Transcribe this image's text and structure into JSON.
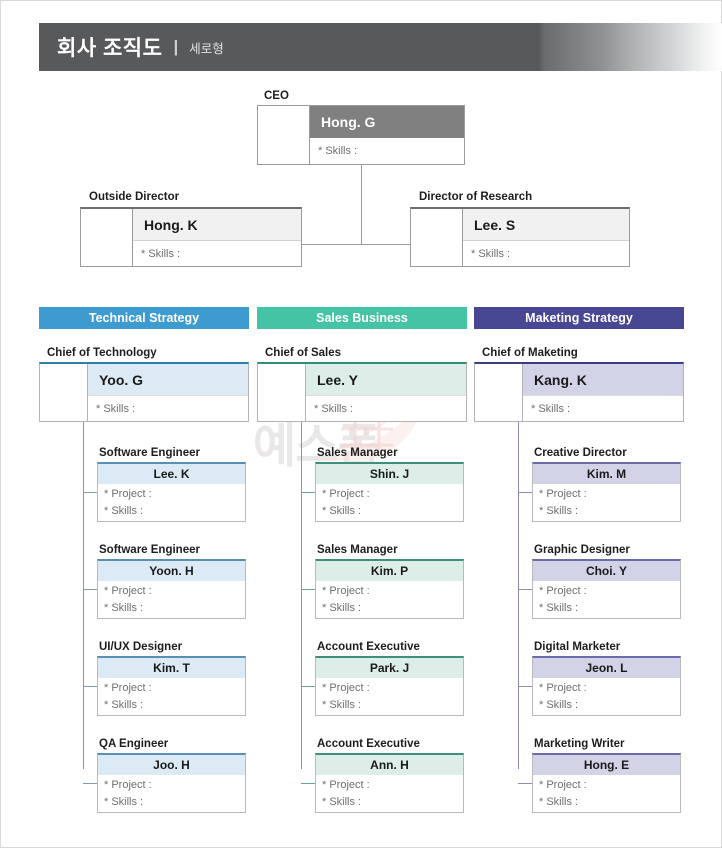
{
  "header": {
    "title": "회사 조직도",
    "divider": "|",
    "subtitle": "세로형"
  },
  "watermark": {
    "text": "예스폼"
  },
  "labels": {
    "skills": "* Skills :",
    "project": "* Project :"
  },
  "colors": {
    "technical": "#3d9bd0",
    "sales": "#45c3a5",
    "marketing": "#474793",
    "ceo_bar": "#808080",
    "director_bar": "#f1f1f1",
    "chief_technical_bar": "#dbeaf4",
    "chief_sales_bar": "#ddeee8",
    "chief_marketing_bar": "#d3d3e8",
    "staff_technical_bar": "#dbeaf4",
    "staff_sales_bar": "#ddeee8",
    "staff_marketing_bar": "#d3d3e8"
  },
  "executives": {
    "ceo": {
      "label": "CEO",
      "name": "Hong. G"
    },
    "outside_director": {
      "label": "Outside Director",
      "name": "Hong. K"
    },
    "director_of_research": {
      "label": "Director of Research",
      "name": "Lee. S"
    }
  },
  "departments": [
    {
      "id": "technical",
      "bar_label": "Technical Strategy",
      "chief": {
        "label": "Chief of Technology",
        "name": "Yoo. G"
      },
      "staff": [
        {
          "label": "Software Engineer",
          "name": "Lee. K"
        },
        {
          "label": "Software Engineer",
          "name": "Yoon. H"
        },
        {
          "label": "UI/UX Designer",
          "name": "Kim. T"
        },
        {
          "label": "QA Engineer",
          "name": "Joo. H"
        }
      ]
    },
    {
      "id": "sales",
      "bar_label": "Sales Business",
      "chief": {
        "label": "Chief of Sales",
        "name": "Lee. Y"
      },
      "staff": [
        {
          "label": "Sales Manager",
          "name": "Shin. J"
        },
        {
          "label": "Sales Manager",
          "name": "Kim. P"
        },
        {
          "label": "Account Executive",
          "name": "Park. J"
        },
        {
          "label": "Account Executive",
          "name": "Ann. H"
        }
      ]
    },
    {
      "id": "marketing",
      "bar_label": "Maketing Strategy",
      "chief": {
        "label": "Chief of Maketing",
        "name": "Kang. K"
      },
      "staff": [
        {
          "label": "Creative Director",
          "name": "Kim. M"
        },
        {
          "label": "Graphic Designer",
          "name": "Choi. Y"
        },
        {
          "label": "Digital Marketer",
          "name": "Jeon. L"
        },
        {
          "label": "Marketing Writer",
          "name": "Hong. E"
        }
      ]
    }
  ]
}
